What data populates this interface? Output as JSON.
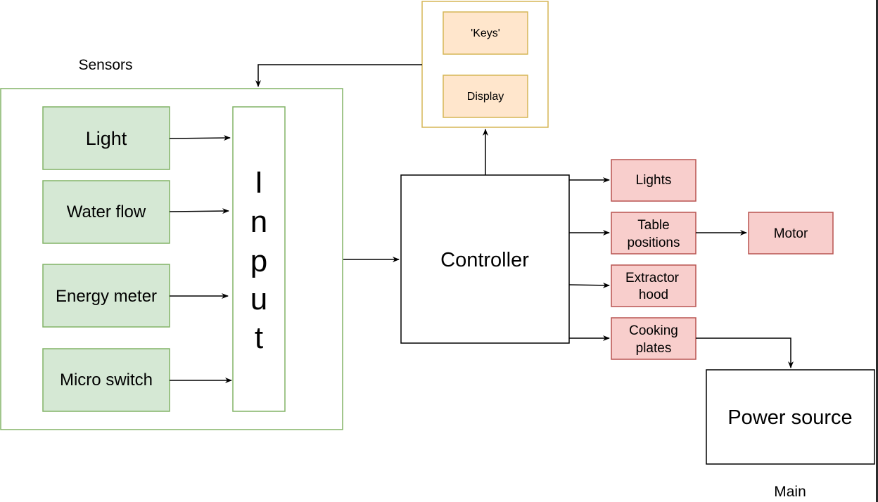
{
  "colors": {
    "sensor_fill": "#d5e8d4",
    "sensor_stroke": "#82b366",
    "ui_fill": "#ffe6cc",
    "ui_stroke": "#d6b656",
    "actuator_fill": "#f8cecc",
    "actuator_stroke": "#b85450",
    "line": "#000000"
  },
  "labels": {
    "sensors_group": "Sensors",
    "main_group": "Main"
  },
  "sensors": [
    {
      "id": "light",
      "label": "Light"
    },
    {
      "id": "water-flow",
      "label": "Water flow"
    },
    {
      "id": "energy-meter",
      "label": "Energy meter"
    },
    {
      "id": "micro-switch",
      "label": "Micro switch"
    }
  ],
  "input_block": {
    "label": "Input",
    "letters": [
      "I",
      "n",
      "p",
      "u",
      "t"
    ]
  },
  "user_interface": [
    {
      "id": "keys",
      "label": "'Keys'"
    },
    {
      "id": "display",
      "label": "Display"
    }
  ],
  "controller": {
    "label": "Controller"
  },
  "actuators": [
    {
      "id": "lights",
      "lines": [
        "Lights"
      ]
    },
    {
      "id": "table-positions",
      "lines": [
        "Table",
        "positions"
      ]
    },
    {
      "id": "extractor-hood",
      "lines": [
        "Extractor",
        "hood"
      ]
    },
    {
      "id": "cooking-plates",
      "lines": [
        "Cooking",
        "plates"
      ]
    }
  ],
  "motor": {
    "label": "Motor"
  },
  "power_source": {
    "label": "Power source"
  }
}
